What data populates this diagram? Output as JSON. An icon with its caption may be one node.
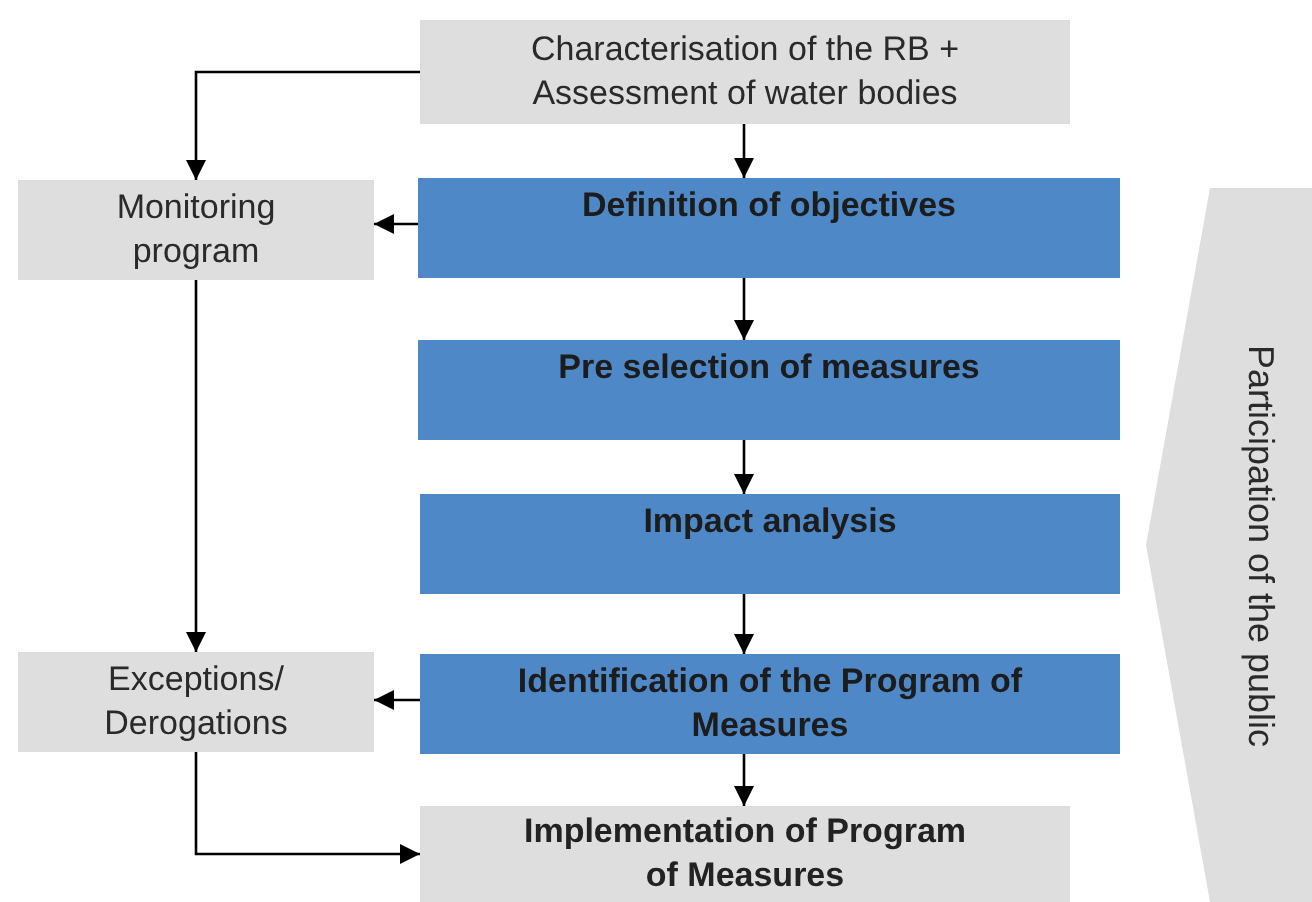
{
  "diagram": {
    "nodes": [
      {
        "text": [
          "Characterisation of the RB + Assessment of water bodies"
        ]
      },
      {
        "text": [
          "Monitoring program"
        ]
      },
      {
        "text": [
          "Definition of objectives"
        ]
      },
      {
        "text": [
          "Pre selection of measures"
        ]
      },
      {
        "text": [
          "Impact analysis"
        ]
      },
      {
        "text": [
          "Identification of the Program of Measures"
        ]
      },
      {
        "text": [
          "Exceptions/ Derogations"
        ]
      },
      {
        "text": [
          "Implementation of Program of Measures"
        ]
      },
      {
        "text": [
          "Participation of the public"
        ]
      }
    ],
    "edges": [
      {
        "from": 0,
        "to": 1,
        "arrow": "to"
      },
      {
        "from": 0,
        "to": 2,
        "arrow": "to"
      },
      {
        "from": 2,
        "to": 1,
        "arrow": "to"
      },
      {
        "from": 2,
        "to": 3,
        "arrow": "to"
      },
      {
        "from": 3,
        "to": 4,
        "arrow": "to"
      },
      {
        "from": 4,
        "to": 5,
        "arrow": "to"
      },
      {
        "from": 1,
        "to": 6,
        "arrow": "to"
      },
      {
        "from": 5,
        "to": 6,
        "arrow": "to"
      },
      {
        "from": 5,
        "to": 7,
        "arrow": "to"
      },
      {
        "from": 6,
        "to": 7,
        "arrow": "to"
      }
    ]
  }
}
